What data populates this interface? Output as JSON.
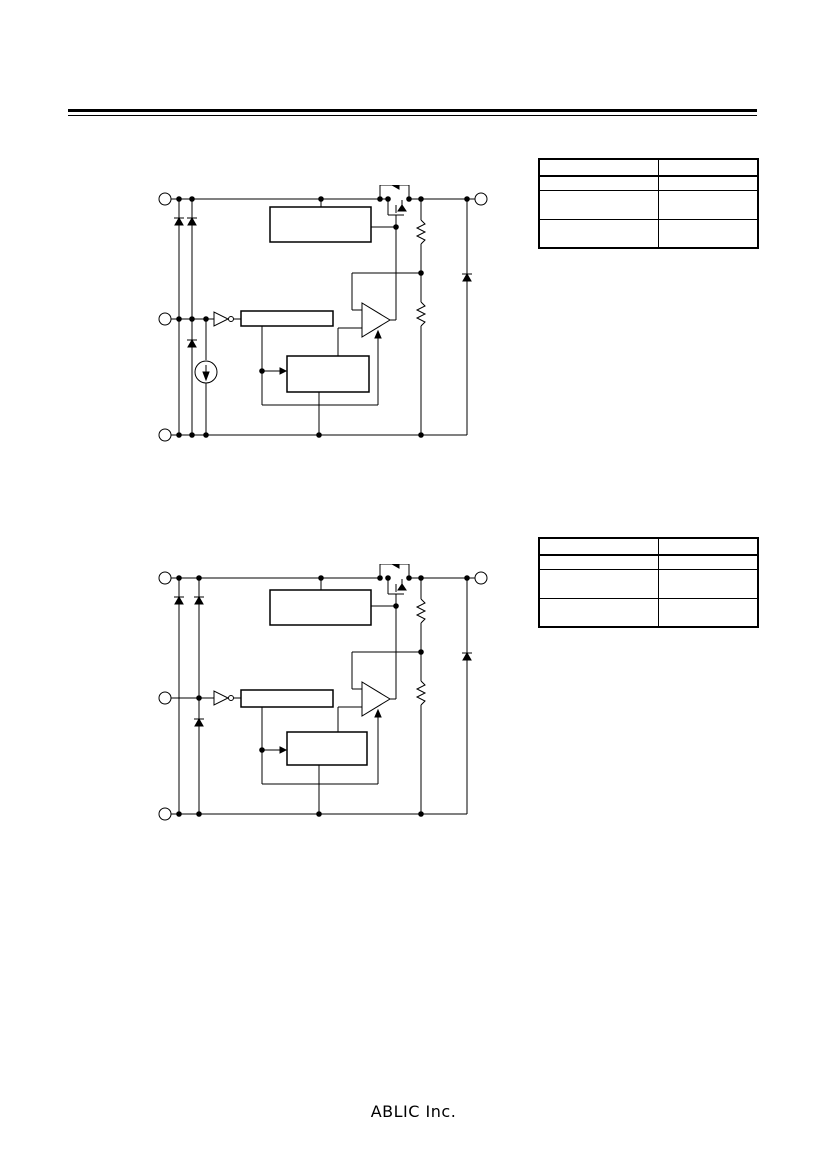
{
  "footer": {
    "company": "ABLIC Inc."
  },
  "tables": [
    {
      "rows": 3
    },
    {
      "rows": 3
    }
  ]
}
